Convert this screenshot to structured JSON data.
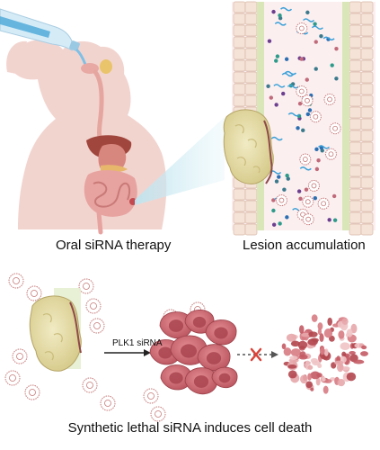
{
  "labels": {
    "oral_therapy": "Oral siRNA therapy",
    "lesion_accumulation": "Lesion accumulation",
    "arrow_label": "PLK1 siRNA",
    "bottom_caption": "Synthetic lethal siRNA induces cell death"
  },
  "icons": {
    "bottle": "water-bottle-icon",
    "body": "human-silhouette-icon",
    "digestive": "digestive-tract-icon",
    "lesion": "tumor-lesion-icon",
    "blocked": "red-x-icon"
  },
  "colors": {
    "silhouette": "#f2d4cf",
    "tissue": "#f5e3d8",
    "lumen": "#fbeff0",
    "tumor": "#e8e0b0",
    "dying_cells": "#c45a64",
    "light_beam": "#bfe4ef",
    "wall_stripe": "#d9e6b8",
    "red_x": "#d9433a"
  }
}
